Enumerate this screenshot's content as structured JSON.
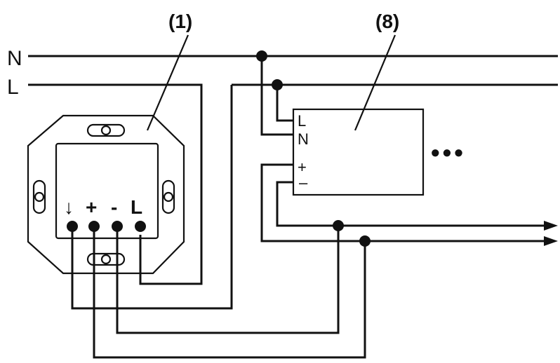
{
  "labels": {
    "neutral": "N",
    "live": "L",
    "device_switch": "(1)",
    "device_supply": "(8)"
  },
  "switch_terminals": {
    "down": "↓",
    "plus": "+",
    "minus": "-",
    "live": "L"
  },
  "supply_terminals": {
    "live": "L",
    "neutral": "N",
    "plus": "+",
    "minus": "–"
  },
  "continuation": "•••"
}
